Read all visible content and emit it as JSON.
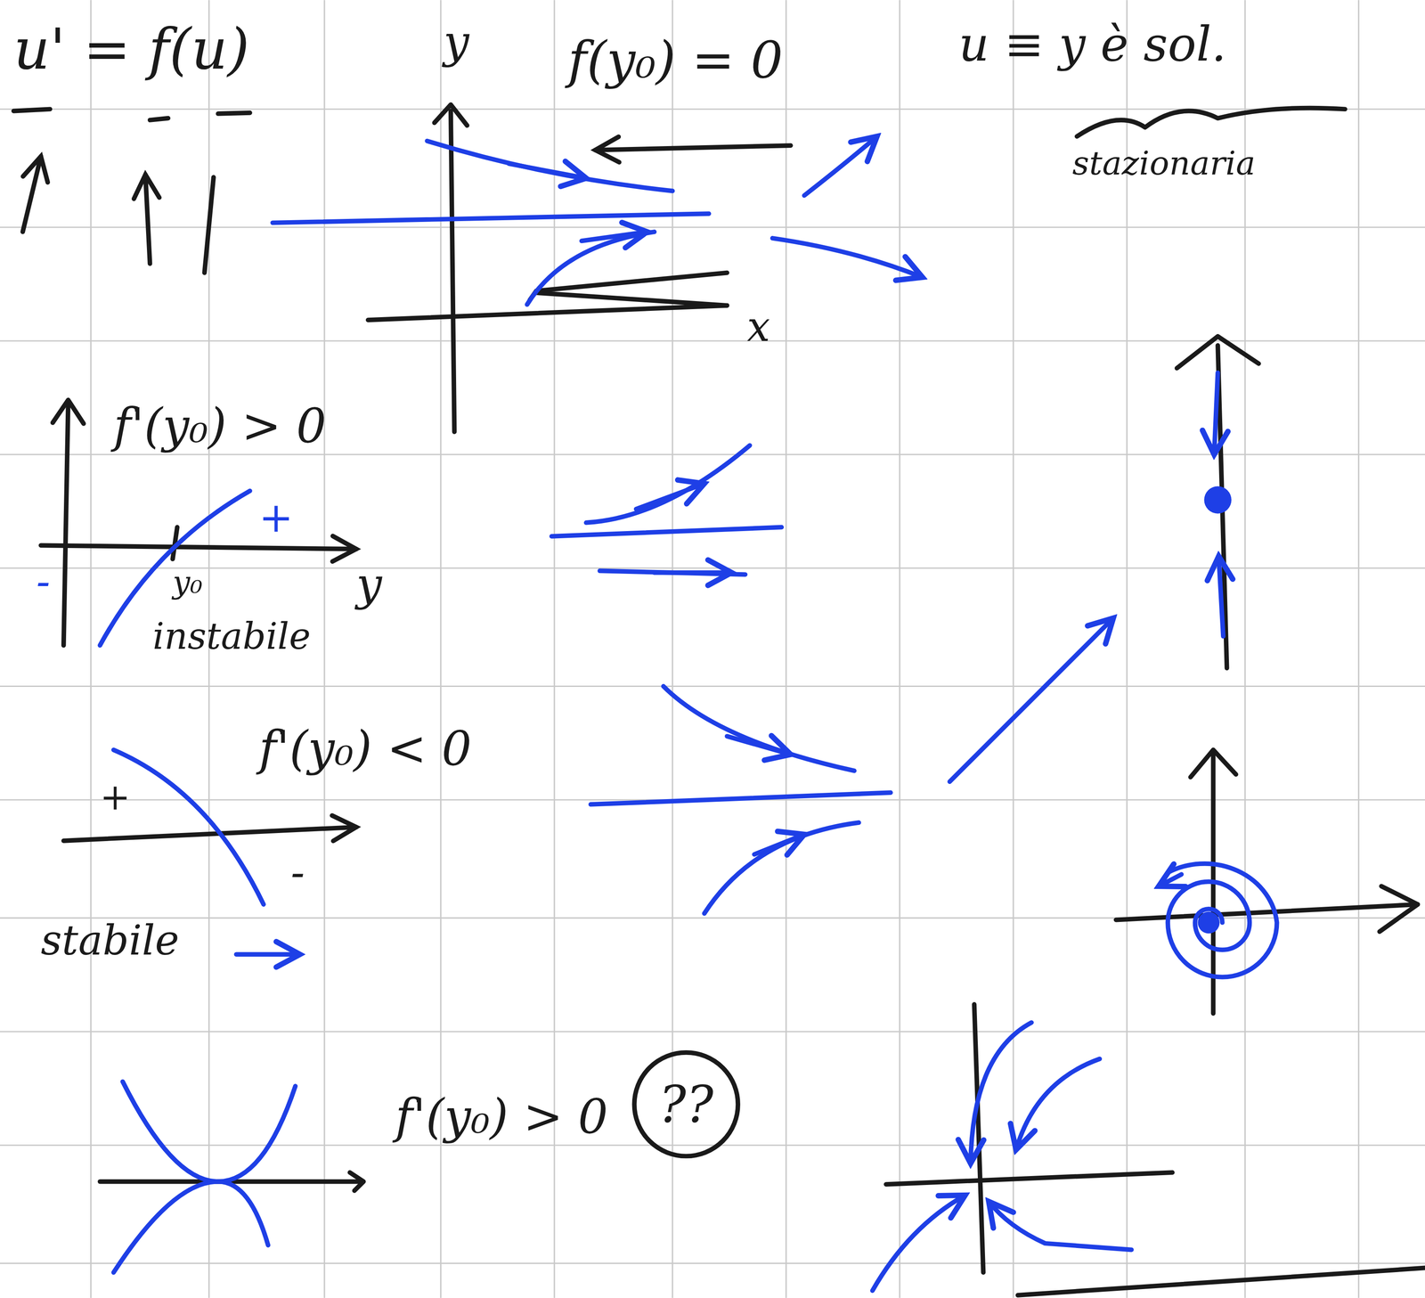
{
  "diagram": {
    "labels": [
      "u' = f(u)",
      "y",
      "f(y₀) = 0",
      "u ≡ y è sol.",
      "stazionaria",
      "x",
      "f'(y₀) > 0",
      "+",
      "-",
      "y₀",
      "instabile",
      "y",
      "f'(y₀) < 0",
      "+",
      "-",
      "stabile",
      "f'(y₀) > 0",
      "??"
    ]
  }
}
